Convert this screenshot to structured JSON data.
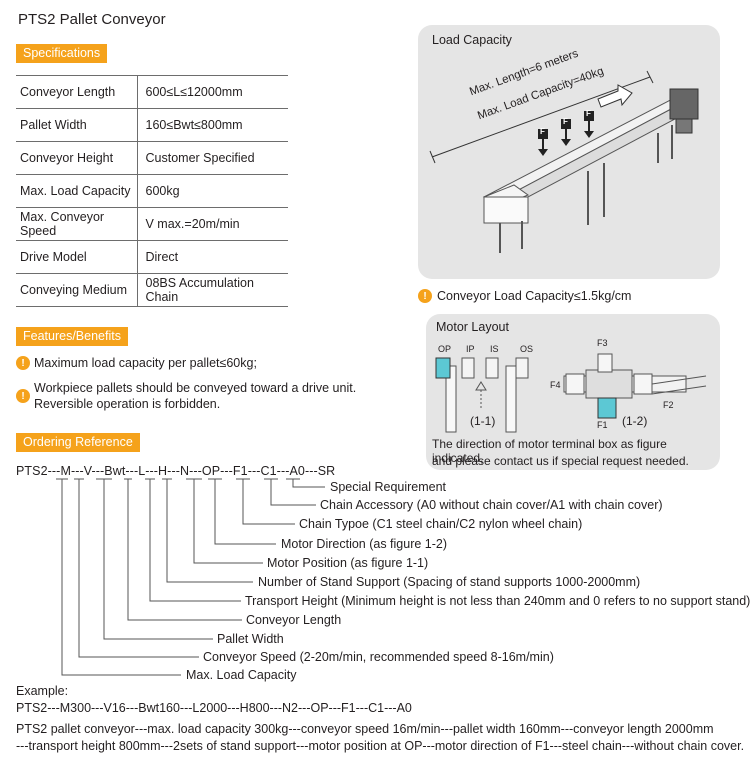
{
  "title": "PTS2 Pallet Conveyor",
  "sections": {
    "specifications": "Specifications",
    "features": "Features/Benefits",
    "ordering": "Ordering Reference"
  },
  "specs": [
    {
      "key": "Conveyor Length",
      "value": "600≤L≤12000mm"
    },
    {
      "key": "Pallet Width",
      "value": "160≤Bwt≤800mm"
    },
    {
      "key": "Conveyor Height",
      "value": "Customer Specified"
    },
    {
      "key": "Max. Load Capacity",
      "value": "600kg"
    },
    {
      "key": "Max. Conveyor Speed",
      "value": "V max.=20m/min"
    },
    {
      "key": "Drive Model",
      "value": "Direct"
    },
    {
      "key": "Conveying Medium",
      "value": "08BS Accumulation Chain"
    }
  ],
  "features": [
    "Maximum load capacity per pallet≤60kg;",
    "Workpiece pallets should be conveyed toward a drive unit.",
    "Reversible operation is forbidden."
  ],
  "load_panel": {
    "title": "Load Capacity",
    "length_label": "Max. Length=6 meters",
    "capacity_label": "Max. Load Capacity=40kg",
    "force": "F",
    "note": "Conveyor  Load Capacity≤1.5kg/cm"
  },
  "motor_panel": {
    "title": "Motor Layout",
    "positions": [
      "OP",
      "IP",
      "IS",
      "OS"
    ],
    "directions": [
      "F3",
      "F4",
      "F2",
      "F1"
    ],
    "fig1": "(1-1)",
    "fig2": "(1-2)",
    "note1": "The direction of motor terminal box as figure indicated,",
    "note2": "and please contact us if special request needed."
  },
  "ordering": {
    "code": "PTS2---M---V---Bwt---L---H---N---OP---F1---C1---A0---SR",
    "labels": [
      "Special Requirement",
      "Chain Accessory (A0 without chain cover/A1 with chain cover)",
      "Chain Typoe (C1 steel chain/C2 nylon wheel chain)",
      "Motor Direction (as figure 1-2)",
      "Motor Position (as figure 1-1)",
      "Number of Stand Support (Spacing of stand supports 1000-2000mm)",
      "Transport Height (Minimum height is not less than 240mm and 0 refers to no support stand)",
      "Conveyor Length",
      "Pallet Width",
      "Conveyor Speed (2-20m/min, recommended speed 8-16m/min)",
      "Max. Load Capacity"
    ],
    "example_label": "Example:",
    "example_code": "PTS2---M300---V16---Bwt160---L2000---H800---N2---OP---F1---C1---A0",
    "desc1": "PTS2 pallet conveyor---max. load capacity 300kg---conveyor speed 16m/min---pallet width 160mm---conveyor length 2000mm",
    "desc2": "---transport height 800mm---2sets of stand support---motor position at OP---motor direction of F1---steel chain---without chain cover."
  }
}
